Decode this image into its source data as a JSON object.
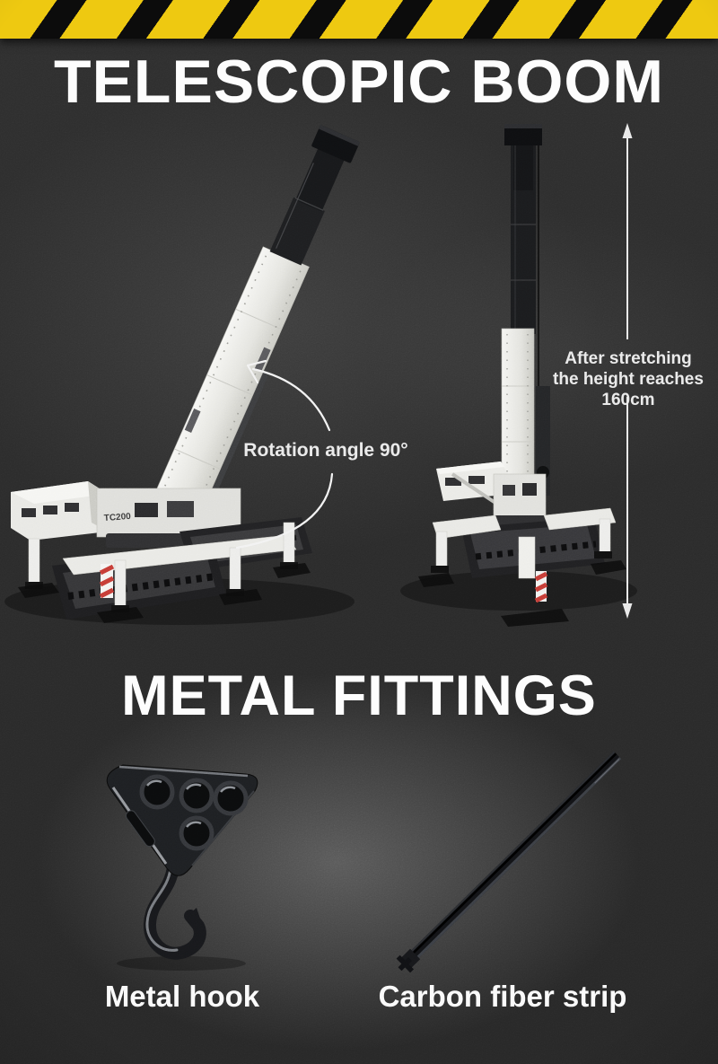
{
  "poster": {
    "background_color": "#2b2b2b",
    "hazard_colors": {
      "yellow": "#eec911",
      "black": "#0c0c0c"
    },
    "boom_section": {
      "title": "TELESCOPIC BOOM",
      "rotation_label": "Rotation angle 90°",
      "height_note_line1": "After stretching",
      "height_note_line2": "the height reaches 160cm",
      "crane_model_label": "TC200"
    },
    "fittings_section": {
      "title": "METAL FITTINGS",
      "item_labels": [
        "Metal hook",
        "Carbon fiber strip"
      ]
    }
  }
}
